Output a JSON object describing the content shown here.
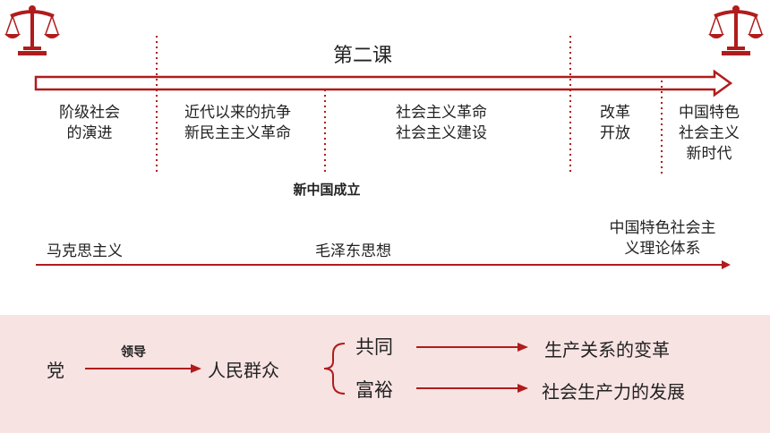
{
  "header": {
    "title": "第二课"
  },
  "timeline": {
    "periods": [
      {
        "line1": "阶级社会",
        "line2": "的演进"
      },
      {
        "line1": "近代以来的抗争",
        "line2": "新民主主义革命"
      },
      {
        "line1": "社会主义革命",
        "line2": "社会主义建设"
      },
      {
        "line1": "改革",
        "line2": "开放"
      },
      {
        "line1": "中国特色",
        "line2": "社会主义",
        "line3": "新时代"
      }
    ],
    "milestone": "新中国成立"
  },
  "theory": {
    "items": [
      {
        "text": "马克思主义"
      },
      {
        "text": "毛泽东思想"
      },
      {
        "line1": "中国特色社会主",
        "line2": "义理论体系"
      }
    ]
  },
  "relationship": {
    "party": "党",
    "lead_label": "领导",
    "people": "人民群众",
    "together": "共同",
    "prosperity": "富裕",
    "result1": "生产关系的变革",
    "result2": "社会生产力的发展"
  },
  "colors": {
    "accent": "#b01c1c",
    "band": "#f8e3e3"
  }
}
